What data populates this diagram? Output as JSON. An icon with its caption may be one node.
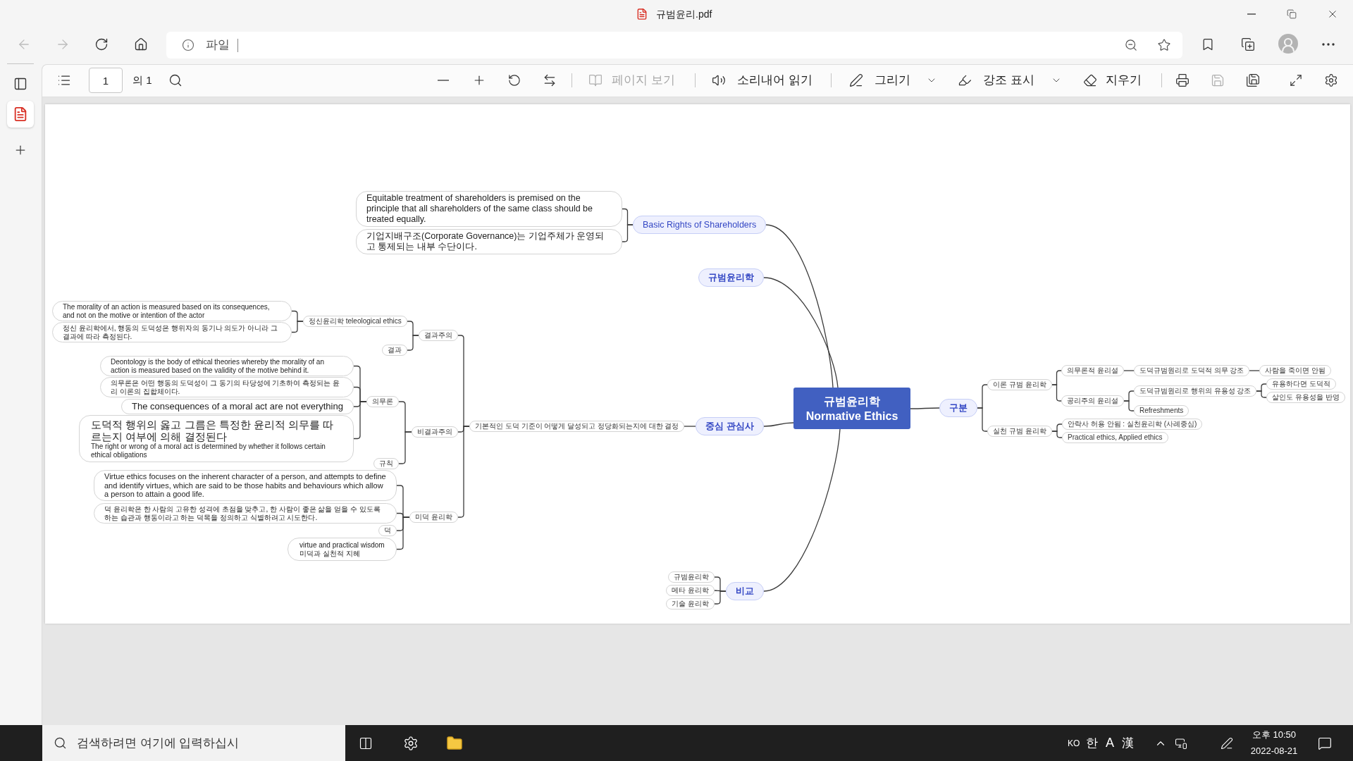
{
  "diagram": {
    "nodes": [
      {
        "text": [
          "규범윤리학",
          "Normative Ethics"
        ]
      },
      {
        "text": [
          "Basic Rights of Shareholders"
        ]
      },
      {
        "text": [
          "Equitable treatment of shareholders is premised on the principle that all shareholders of the same class should be treated equally."
        ]
      },
      {
        "text": [
          "기업지배구조(Corporate Governance)는 기업주체가 운영되고 통제되는 내부 수단이다."
        ]
      },
      {
        "text": [
          "규범윤리학"
        ]
      },
      {
        "text": [
          "중심 관심사"
        ]
      },
      {
        "text": [
          "기본적인 도덕 기준이 어떻게 달성되고 정당화되는지에 대한 결정"
        ]
      },
      {
        "text": [
          "결과주의"
        ]
      },
      {
        "text": [
          "정신윤리학 teleological ethics"
        ]
      },
      {
        "text": [
          "The morality of an action is measured based on its consequences, and not on the motive or intention of the actor"
        ]
      },
      {
        "text": [
          "정신 윤리학에서, 행동의 도덕성은 행위자의 동기나 의도가 아니라 그 결과에 따라 측정된다."
        ]
      },
      {
        "text": [
          "결과"
        ]
      },
      {
        "text": [
          "비결과주의"
        ]
      },
      {
        "text": [
          "의무론"
        ]
      },
      {
        "text": [
          "Deontology is the body of ethical theories whereby the morality of an action is measured based on the validity of the motive behind it."
        ]
      },
      {
        "text": [
          "의무론은 어떤 행동의 도덕성이 그 동기의 타당성에 기초하여 측정되는 윤리 이론의 집합체이다."
        ]
      },
      {
        "text": [
          "The consequences of a moral act are not everything"
        ]
      },
      {
        "text": [
          "도덕적 행위의 옳고 그름은 특정한 윤리적 의무를 따르는지 여부에 의해 결정된다",
          "The right or wrong of a moral act is determined by whether it follows certain ethical obligations"
        ]
      },
      {
        "text": [
          "규칙"
        ]
      },
      {
        "text": [
          "미덕 윤리학"
        ]
      },
      {
        "text": [
          "Virtue ethics focuses on the inherent character of a person, and attempts to define and identify virtues, which are said to be those habits and behaviours which allow a person to attain a good life."
        ]
      },
      {
        "text": [
          "덕 윤리학은 한 사람의 고유한 성격에 초점을 맞추고, 한 사람이 좋은 삶을 얻을 수 있도록 하는 습관과 행동이라고 하는 덕목을 정의하고 식별하려고 시도한다."
        ]
      },
      {
        "text": [
          "덕"
        ]
      },
      {
        "text": [
          "virtue and practical wisdom",
          "미덕과 실천적 지혜"
        ]
      },
      {
        "text": [
          "비교"
        ]
      },
      {
        "text": [
          "규범윤리학"
        ]
      },
      {
        "text": [
          "메타 윤리학"
        ]
      },
      {
        "text": [
          "기술 윤리학"
        ]
      },
      {
        "text": [
          "구분"
        ]
      },
      {
        "text": [
          "이론 규범 윤리학"
        ]
      },
      {
        "text": [
          "의무론적 윤리설"
        ]
      },
      {
        "text": [
          "도덕규범원리로 도덕적 의무 강조"
        ]
      },
      {
        "text": [
          "사람을 죽이면 안됨"
        ]
      },
      {
        "text": [
          "공리주의 윤리설"
        ]
      },
      {
        "text": [
          "도덕규범원리로 행위의 유용성 강조"
        ]
      },
      {
        "text": [
          "유용하다면 도덕적"
        ]
      },
      {
        "text": [
          "살인도 유용성을 반영"
        ]
      },
      {
        "text": [
          "Refreshments"
        ]
      },
      {
        "text": [
          "실천 규범 윤리학"
        ]
      },
      {
        "text": [
          "안락사 허용 안됨 : 실천윤리학 (사례중심)"
        ]
      },
      {
        "text": [
          "Practical ethics, Applied ethics"
        ]
      }
    ],
    "edges": [
      {
        "from": 0,
        "to": 1,
        "arrow": "none"
      },
      {
        "from": 0,
        "to": 4,
        "arrow": "none"
      },
      {
        "from": 0,
        "to": 5,
        "arrow": "none"
      },
      {
        "from": 0,
        "to": 24,
        "arrow": "none"
      },
      {
        "from": 0,
        "to": 28,
        "arrow": "none"
      },
      {
        "from": 1,
        "to": 2,
        "arrow": "none"
      },
      {
        "from": 1,
        "to": 3,
        "arrow": "none"
      },
      {
        "from": 5,
        "to": 6,
        "arrow": "none"
      },
      {
        "from": 6,
        "to": 7,
        "arrow": "none"
      },
      {
        "from": 6,
        "to": 12,
        "arrow": "none"
      },
      {
        "from": 6,
        "to": 19,
        "arrow": "none"
      },
      {
        "from": 7,
        "to": 8,
        "arrow": "none"
      },
      {
        "from": 7,
        "to": 11,
        "arrow": "none"
      },
      {
        "from": 8,
        "to": 9,
        "arrow": "none"
      },
      {
        "from": 8,
        "to": 10,
        "arrow": "none"
      },
      {
        "from": 12,
        "to": 13,
        "arrow": "none"
      },
      {
        "from": 12,
        "to": 18,
        "arrow": "none"
      },
      {
        "from": 13,
        "to": 14,
        "arrow": "none"
      },
      {
        "from": 13,
        "to": 15,
        "arrow": "none"
      },
      {
        "from": 13,
        "to": 16,
        "arrow": "none"
      },
      {
        "from": 13,
        "to": 17,
        "arrow": "none"
      },
      {
        "from": 19,
        "to": 20,
        "arrow": "none"
      },
      {
        "from": 19,
        "to": 21,
        "arrow": "none"
      },
      {
        "from": 19,
        "to": 22,
        "arrow": "none"
      },
      {
        "from": 19,
        "to": 23,
        "arrow": "none"
      },
      {
        "from": 24,
        "to": 25,
        "arrow": "none"
      },
      {
        "from": 24,
        "to": 26,
        "arrow": "none"
      },
      {
        "from": 24,
        "to": 27,
        "arrow": "none"
      },
      {
        "from": 28,
        "to": 29,
        "arrow": "none"
      },
      {
        "from": 28,
        "to": 38,
        "arrow": "none"
      },
      {
        "from": 29,
        "to": 30,
        "arrow": "none"
      },
      {
        "from": 29,
        "to": 33,
        "arrow": "none"
      },
      {
        "from": 30,
        "to": 31,
        "arrow": "none"
      },
      {
        "from": 31,
        "to": 32,
        "arrow": "none"
      },
      {
        "from": 33,
        "to": 34,
        "arrow": "none"
      },
      {
        "from": 33,
        "to": 37,
        "arrow": "none"
      },
      {
        "from": 34,
        "to": 35,
        "arrow": "none"
      },
      {
        "from": 34,
        "to": 36,
        "arrow": "none"
      },
      {
        "from": 38,
        "to": 39,
        "arrow": "none"
      },
      {
        "from": 38,
        "to": 40,
        "arrow": "none"
      }
    ],
    "labels": [
      "규범윤리.pdf",
      "파일",
      "1",
      "의 1",
      "페이지 보기",
      "소리내어 읽기",
      "그리기",
      "강조 표시",
      "지우기",
      "검색하려면 여기에 입력하십시",
      "KO",
      "한",
      "A",
      "漢",
      "오후 10:50",
      "2022-08-21"
    ]
  }
}
